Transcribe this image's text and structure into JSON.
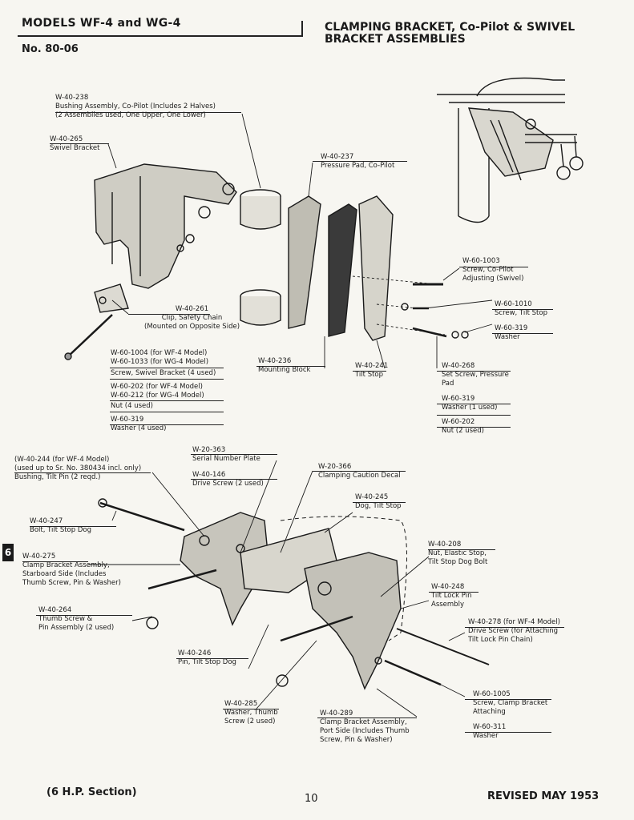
{
  "header": {
    "models": "MODELS WF-4 and WG-4",
    "doc_no": "No. 80-06",
    "title": "CLAMPING BRACKET, Co-Pilot & SWIVEL BRACKET ASSEMBLIES"
  },
  "labels": {
    "w40238": [
      "W-40-238",
      "Bushing Assembly, Co-Pilot (Includes 2 Halves)",
      "(2 Assemblies used, One Upper, One Lower)"
    ],
    "w40265": [
      "W-40-265",
      "Swivel Bracket"
    ],
    "w40237": [
      "W-40-237",
      "Pressure Pad, Co-Pilot"
    ],
    "w601003": [
      "W-60-1003",
      "Screw, Co-Pilot",
      "Adjusting (Swivel)"
    ],
    "w601010": [
      "W-60-1010",
      "Screw, Tilt Stop"
    ],
    "w60319a": [
      "W-60-319",
      "Washer"
    ],
    "w40261": [
      "W-40-261",
      "Clip, Safety Chain",
      "(Mounted on Opposite Side)"
    ],
    "w601004": [
      "W-60-1004 (for WF-4 Model)",
      "W-60-1033 (for WG-4 Model)"
    ],
    "screw_swivel": [
      "Screw, Swivel Bracket (4 used)"
    ],
    "w60202": [
      "W-60-202 (for WF-4 Model)",
      "W-60-212 (for WG-4 Model)"
    ],
    "nut4": [
      "Nut (4 used)"
    ],
    "w60319b": [
      "W-60-319",
      "Washer (4 used)"
    ],
    "w40236": [
      "W-40-236",
      "Mounting Block"
    ],
    "w40241": [
      "W-40-241",
      "Tilt Stop"
    ],
    "w40268": [
      "W-40-268",
      "Set Screw, Pressure",
      "Pad"
    ],
    "w60319c": [
      "W-60-319",
      "Washer (1 used)"
    ],
    "w60202b": [
      "W-60-202",
      "Nut (2 used)"
    ],
    "w20363": [
      "W-20-363",
      "Serial Number Plate"
    ],
    "w40146": [
      "W-40-146",
      "Drive Screw (2 used)"
    ],
    "w40244": [
      "(W-40-244 (for WF-4 Model)",
      "(used up to Sr. No. 380434 incl. only)",
      "Bushing, Tilt Pin (2 reqd.)"
    ],
    "w20366": [
      "W-20-366",
      "Clamping Caution Decal"
    ],
    "w40245": [
      "W-40-245",
      "Dog, Tilt Stop"
    ],
    "w40247": [
      "W-40-247",
      "Bolt, Tilt Stop Dog"
    ],
    "w40275": [
      "W-40-275",
      "Clamp Bracket Assembly,",
      "Starboard Side (Includes",
      "Thumb Screw, Pin & Washer)"
    ],
    "w40208": [
      "W-40-208",
      "Nut, Elastic Stop,",
      "Tilt Stop Dog Bolt"
    ],
    "w40248": [
      "W-40-248",
      "Tilt Lock Pin",
      "Assembly"
    ],
    "w40264": [
      "W-40-264",
      "Thumb Screw &",
      "Pin Assembly (2 used)"
    ],
    "w40278": [
      "W-40-278 (for WF-4 Model)",
      "Drive Screw (for Attaching",
      "Tilt Lock Pin Chain)"
    ],
    "w40246": [
      "W-40-246",
      "Pin, Tilt Stop Dog"
    ],
    "w601005": [
      "W-60-1005",
      "Screw, Clamp Bracket",
      "Attaching"
    ],
    "w60311": [
      "W-60-311",
      "Washer"
    ],
    "w40285": [
      "W-40-285",
      "Washer, Thumb",
      "Screw (2 used)"
    ],
    "w40289": [
      "W-40-289",
      "Clamp Bracket Assembly,",
      "Port Side (Includes Thumb",
      "Screw, Pin & Washer)"
    ]
  },
  "section_tab": "6",
  "footer": {
    "section": "(6 H.P. Section)",
    "page": "10",
    "revised": "REVISED MAY 1953"
  }
}
